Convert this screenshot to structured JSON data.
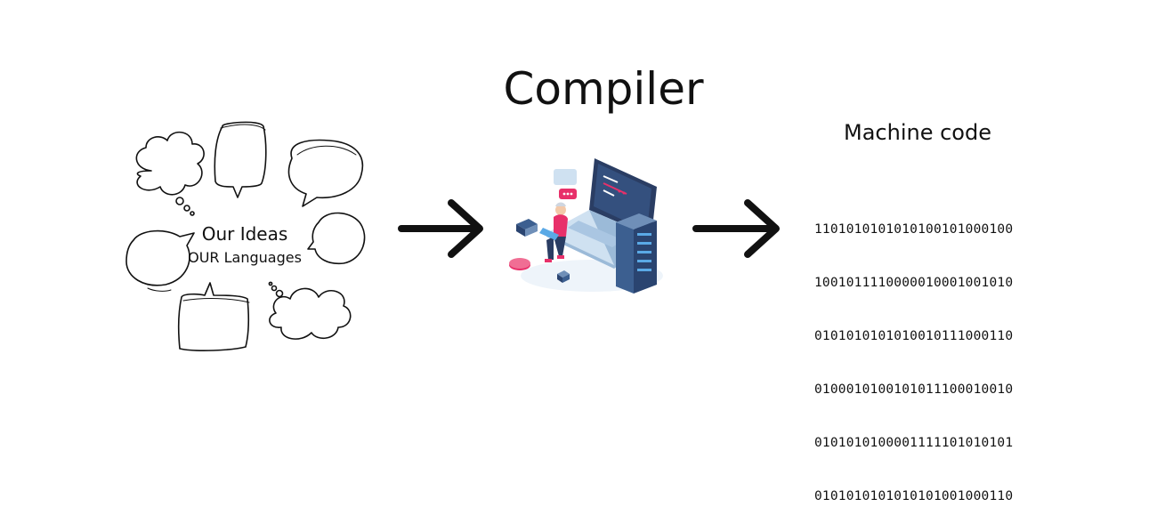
{
  "title": "Compiler",
  "ideas": {
    "title": "Our Ideas",
    "subtitle": "OUR Languages"
  },
  "machine": {
    "title": "Machine code",
    "lines": [
      "1101010101010100101000100",
      "1001011110000010001001010",
      "0101010101010010111000110",
      "0100010100101011100010010",
      "0101010100001111101010101",
      "0101010101010101001000110"
    ]
  },
  "icons": {
    "arrow": "arrow-right-icon",
    "speech": "speech-bubble-icon",
    "thought": "thought-cloud-icon",
    "illustration": "developer-at-laptop-illustration"
  },
  "colors": {
    "text": "#111111",
    "laptop_dark": "#2a3d63",
    "laptop_light": "#cfe1f1",
    "accent_pink": "#e8306a",
    "accent_blue": "#5aa9e6"
  }
}
